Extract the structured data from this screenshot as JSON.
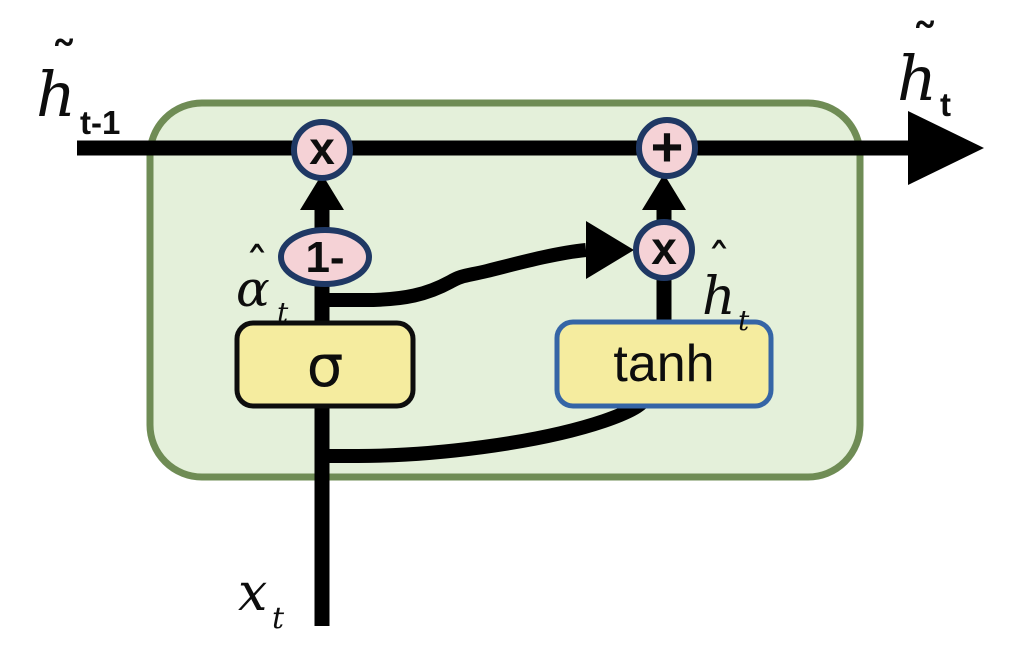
{
  "labels": {
    "prev_hidden": {
      "accent": "˜",
      "base": "h",
      "sub": "t-1"
    },
    "out_hidden": {
      "accent": "˜",
      "base": "h",
      "sub": "t"
    },
    "alpha_gate": {
      "accent": "ˆ",
      "base": "α",
      "sub": "t"
    },
    "candidate": {
      "accent": "ˆ",
      "base": "h",
      "sub": "t"
    },
    "input": {
      "base": "x",
      "sub": "t"
    },
    "sigma_box": "σ",
    "tanh_box": "tanh",
    "forget_multiply": "x",
    "one_minus": "1-",
    "add": "+",
    "candidate_multiply": "x"
  },
  "colors": {
    "cell_fill": "#e4f0da",
    "cell_border": "#6f8c55",
    "node_fill": "#f5d2d6",
    "node_border": "#1f3864",
    "box_fill": "#f5ec9f",
    "sigma_box_border": "#0d0d0d",
    "tanh_box_border": "#3565a6",
    "wire": "#000000"
  }
}
